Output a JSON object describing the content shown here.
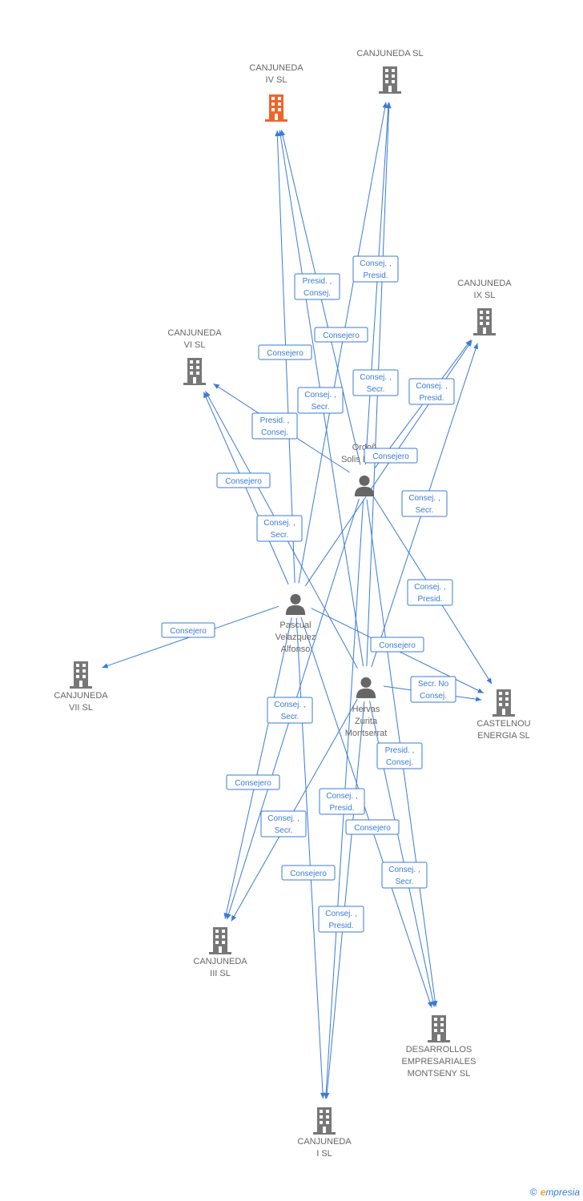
{
  "colors": {
    "edge": "#3a7bd5",
    "company": "#777777",
    "company_highlight": "#f0642a",
    "person": "#666666"
  },
  "nodes": [
    {
      "id": "iv",
      "type": "company",
      "highlight": true,
      "icon": "building-icon",
      "label": [
        "CANJUNEDA",
        "IV SL"
      ]
    },
    {
      "id": "sl",
      "type": "company",
      "icon": "building-icon",
      "label": [
        "CANJUNEDA SL"
      ]
    },
    {
      "id": "ix",
      "type": "company",
      "icon": "building-icon",
      "label": [
        "CANJUNEDA",
        "IX SL"
      ]
    },
    {
      "id": "vi",
      "type": "company",
      "icon": "building-icon",
      "label": [
        "CANJUNEDA",
        "VI SL"
      ]
    },
    {
      "id": "vii",
      "type": "company",
      "icon": "building-icon",
      "label": [
        "CANJUNEDA",
        "VII SL"
      ]
    },
    {
      "id": "cast",
      "type": "company",
      "icon": "building-icon",
      "label": [
        "CASTELNOU",
        "ENERGIA SL"
      ]
    },
    {
      "id": "iii",
      "type": "company",
      "icon": "building-icon",
      "label": [
        "CANJUNEDA",
        "III SL"
      ]
    },
    {
      "id": "des",
      "type": "company",
      "icon": "building-icon",
      "label": [
        "DESARROLLOS",
        "EMPRESARIALES",
        "MONTSENY SL"
      ]
    },
    {
      "id": "i",
      "type": "company",
      "icon": "building-icon",
      "label": [
        "CANJUNEDA",
        "I SL"
      ]
    },
    {
      "id": "ordo",
      "type": "person",
      "icon": "person-icon",
      "label": [
        "Ordoñ",
        "Solis Lorete"
      ]
    },
    {
      "id": "pasc",
      "type": "person",
      "icon": "person-icon",
      "label": [
        "Pascual",
        "Velazquez",
        "Alfonso"
      ]
    },
    {
      "id": "herv",
      "type": "person",
      "icon": "person-icon",
      "label": [
        "Hervas",
        "Zurita",
        "Montserrat"
      ]
    }
  ],
  "edges": [
    {
      "from": "pasc",
      "to": "iv",
      "label": [
        "Consejero"
      ]
    },
    {
      "from": "pasc",
      "to": "sl",
      "label": [
        "Consej. ,",
        "Presid."
      ]
    },
    {
      "from": "pasc",
      "to": "vii",
      "label": [
        "Consejero"
      ]
    },
    {
      "from": "pasc",
      "to": "vi",
      "label": [
        "Consejero"
      ]
    },
    {
      "from": "pasc",
      "to": "ix",
      "label": [
        "Consej. ,",
        "Presid."
      ]
    },
    {
      "from": "pasc",
      "to": "cast",
      "label": [
        "Consejero"
      ]
    },
    {
      "from": "pasc",
      "to": "iii",
      "label": [
        "Consejero"
      ]
    },
    {
      "from": "pasc",
      "to": "i",
      "label": [
        "Consejero"
      ]
    },
    {
      "from": "pasc",
      "to": "des",
      "label": [
        "Consej. ,",
        "Secr."
      ]
    },
    {
      "from": "ordo",
      "to": "iv",
      "label": [
        "Consej. ,",
        "Secr."
      ]
    },
    {
      "from": "ordo",
      "to": "vi",
      "label": [
        "Presid. ,",
        "Consej."
      ]
    },
    {
      "from": "ordo",
      "to": "sl",
      "label": [
        "Consej. ,",
        "Secr."
      ]
    },
    {
      "from": "ordo",
      "to": "ix",
      "label": [
        "Consejero"
      ]
    },
    {
      "from": "ordo",
      "to": "cast",
      "label": [
        "Consej. ,",
        "Presid."
      ]
    },
    {
      "from": "ordo",
      "to": "iii",
      "label": [
        "Consej. ,",
        "Secr."
      ]
    },
    {
      "from": "ordo",
      "to": "i",
      "label": [
        "Consej. ,",
        "Presid."
      ]
    },
    {
      "from": "ordo",
      "to": "des",
      "label": [
        "Presid. ,",
        "Consej."
      ]
    },
    {
      "from": "herv",
      "to": "iv",
      "label": [
        "Presid. ,",
        "Consej."
      ]
    },
    {
      "from": "herv",
      "to": "sl",
      "label": [
        "Consejero"
      ]
    },
    {
      "from": "herv",
      "to": "vi",
      "label": [
        "Consej. ,",
        "Secr."
      ]
    },
    {
      "from": "herv",
      "to": "ix",
      "label": [
        "Consej. ,",
        "Secr."
      ]
    },
    {
      "from": "herv",
      "to": "cast",
      "label": [
        "Secr.  No",
        "Consej."
      ]
    },
    {
      "from": "herv",
      "to": "iii",
      "label": [
        "Consej. ,",
        "Presid."
      ]
    },
    {
      "from": "herv",
      "to": "des",
      "label": [
        "Consej. ,",
        "Secr."
      ]
    },
    {
      "from": "herv",
      "to": "i",
      "label": [
        "Consejero"
      ]
    }
  ],
  "footer": {
    "copyright": "©",
    "brand_e": "e",
    "brand_rest": "mpresia"
  }
}
